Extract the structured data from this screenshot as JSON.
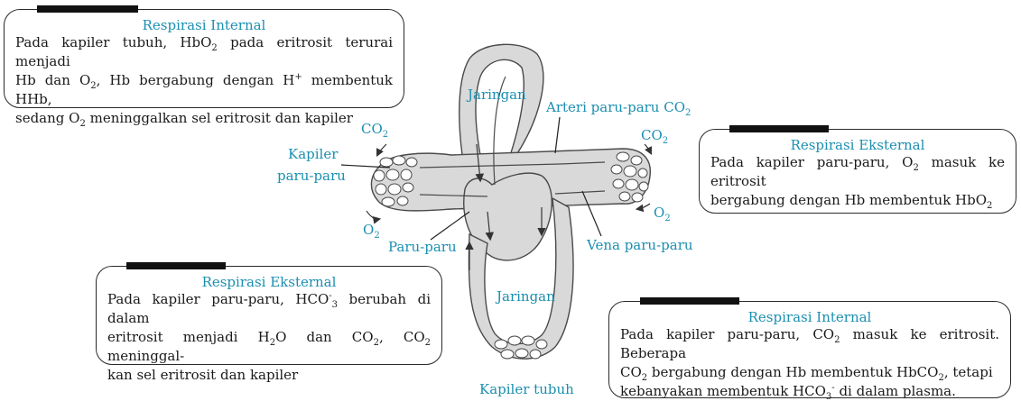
{
  "boxes": {
    "top_left": {
      "title": "Respirasi Internal",
      "lines": [
        [
          "Pada kapiler tubuh, HbO",
          {
            "sub": "2"
          },
          " pada eritrosit terurai menjadi"
        ],
        [
          "Hb dan O",
          {
            "sub": "2"
          },
          ", Hb bergabung dengan H",
          {
            "sup": "+"
          },
          " membentuk HHb,"
        ],
        [
          "sedang O",
          {
            "sub": "2"
          },
          " meninggalkan sel eritrosit dan kapiler"
        ]
      ]
    },
    "top_right": {
      "title": "Respirasi Eksternal",
      "lines": [
        [
          "Pada kapiler paru-paru, O",
          {
            "sub": "2"
          },
          " masuk ke eritrosit"
        ],
        [
          "bergabung dengan Hb membentuk HbO",
          {
            "sub": "2"
          }
        ]
      ]
    },
    "bottom_left": {
      "title": "Respirasi Eksternal",
      "lines": [
        [
          "Pada kapiler paru-paru, HCO",
          {
            "sup": "-"
          },
          {
            "sub": "3"
          },
          " berubah di dalam"
        ],
        [
          "eritrosit menjadi H",
          {
            "sub": "2"
          },
          "O dan CO",
          {
            "sub": "2"
          },
          ", CO",
          {
            "sub": "2"
          },
          " meninggal-"
        ],
        [
          "kan sel eritrosit dan kapiler"
        ]
      ]
    },
    "bottom_right": {
      "title": "Respirasi Internal",
      "lines": [
        [
          "Pada kapiler paru-paru, CO",
          {
            "sub": "2"
          },
          " masuk ke eritrosit. Beberapa"
        ],
        [
          "CO",
          {
            "sub": "2"
          },
          " bergabung dengan Hb membentuk HbCO",
          {
            "sub": "2"
          },
          ", tetapi"
        ],
        [
          "kebanyakan membentuk HCO",
          {
            "sub": "3"
          },
          {
            "sup": "-"
          },
          " di dalam plasma."
        ]
      ]
    }
  },
  "labels": {
    "jaringan_top": "Jaringan",
    "arteri": [
      "Arteri paru-paru CO",
      {
        "sub": "2"
      }
    ],
    "co2_left": [
      "CO",
      {
        "sub": "2"
      }
    ],
    "co2_right": [
      "CO",
      {
        "sub": "2"
      }
    ],
    "kapiler_paru_1": "Kapiler",
    "kapiler_paru_2": "paru-paru",
    "o2_left": [
      "O",
      {
        "sub": "2"
      }
    ],
    "o2_right": [
      "O",
      {
        "sub": "2"
      }
    ],
    "paru_paru": "Paru-paru",
    "vena": "Vena paru-paru",
    "jaringan_bottom": "Jaringan",
    "kapiler_tubuh": "Kapiler tubuh"
  },
  "colors": {
    "accent_label": "#1b8fb0",
    "vessel_fill": "#d9d9d9",
    "vessel_stroke": "#4a4a4a"
  }
}
